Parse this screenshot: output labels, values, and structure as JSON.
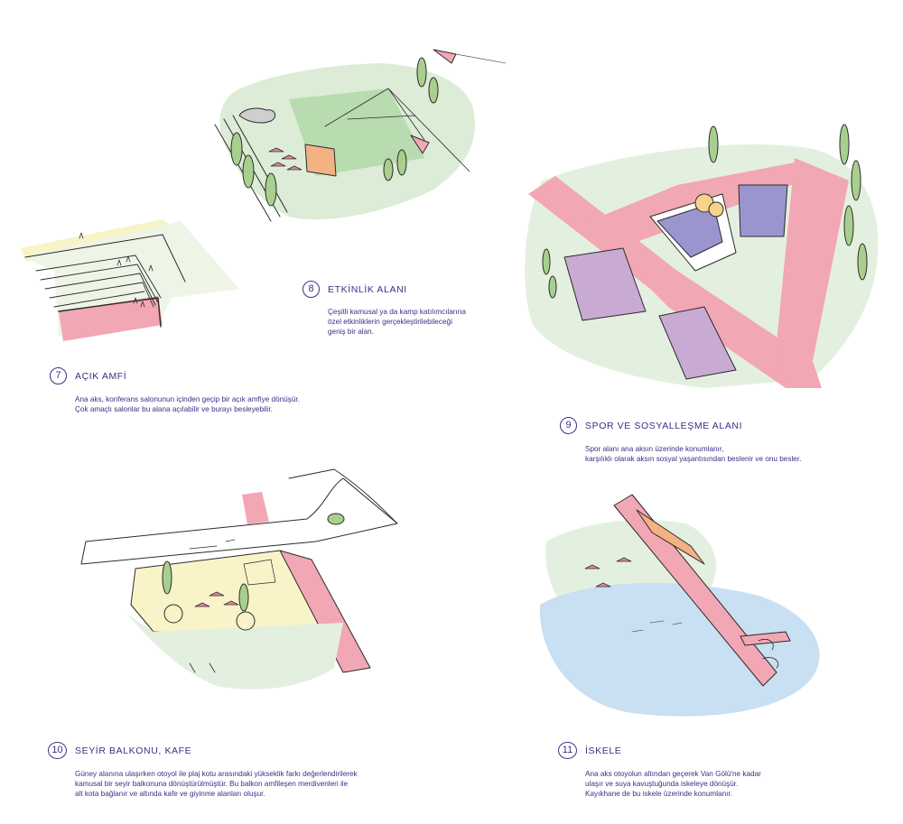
{
  "colors": {
    "accent": "#3a2f87",
    "pink": "#f2a7b4",
    "green": "#d9ead3",
    "yellow": "#f8f4c8",
    "water": "#c9dff2",
    "court": "#9a95cf"
  },
  "sections": [
    {
      "id": "s7",
      "number": "7",
      "title": "AÇIK AMFİ",
      "description": "Ana aks, konferans salonunun içinden geçip bir açık amfiye dönüşür.\nÇok amaçlı salonlar bu alana açılabilir ve burayı besleyebilir."
    },
    {
      "id": "s8",
      "number": "8",
      "title": "ETKİNLİK ALANI",
      "description": "Çeşitli kamusal ya da kamp katılımcılarına\nözel etkinliklerin gerçekleştirilebileceği\ngeniş bir alan."
    },
    {
      "id": "s9",
      "number": "9",
      "title": "SPOR VE SOSYALLEŞME ALANI",
      "description": "Spor alanı ana aksın üzerinde konumlanır,\nkarşılıklı olarak aksın sosyal yaşantısından beslenir ve onu besler."
    },
    {
      "id": "s10",
      "number": "10",
      "title": "SEYİR BALKONU, KAFE",
      "description": "Güney alanına ulaşırken otoyol ile plaj kotu arasındaki yükseklik farkı değerlendirilerek\nkamusal bir seyir balkonuna dönüştürülmüştür. Bu balkon amfileşen merdivenleri ile\nalt kota bağlanır ve altında kafe ve giyinme alanları oluşur."
    },
    {
      "id": "s11",
      "number": "11",
      "title": "İSKELE",
      "description": "Ana aks otoyolun altından geçerek Van Gölü'ne kadar\nulaşır ve suya kavuştuğunda iskeleye dönüşür.\nKayıkhane de bu iskele üzerinde konumlanır."
    }
  ]
}
